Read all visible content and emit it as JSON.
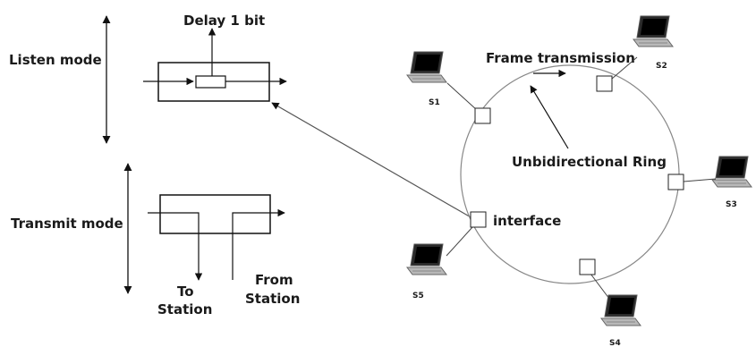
{
  "labels": {
    "delay": "Delay 1 bit",
    "listen_mode": "Listen mode",
    "transmit_mode": "Transmit mode",
    "to_station_1": "To",
    "to_station_2": "Station",
    "from_station_1": "From",
    "from_station_2": "Station",
    "frame_transmission": "Frame transmission",
    "ring": "Unbidirectional Ring",
    "interface": "interface"
  },
  "stations": [
    "S1",
    "S2",
    "S3",
    "S4",
    "S5"
  ],
  "colors": {
    "stroke": "#111111",
    "ring": "#777777",
    "laptop_screen": "#111111",
    "laptop_body": "#9a9a9a"
  },
  "icons": {
    "station": "laptop-icon"
  }
}
